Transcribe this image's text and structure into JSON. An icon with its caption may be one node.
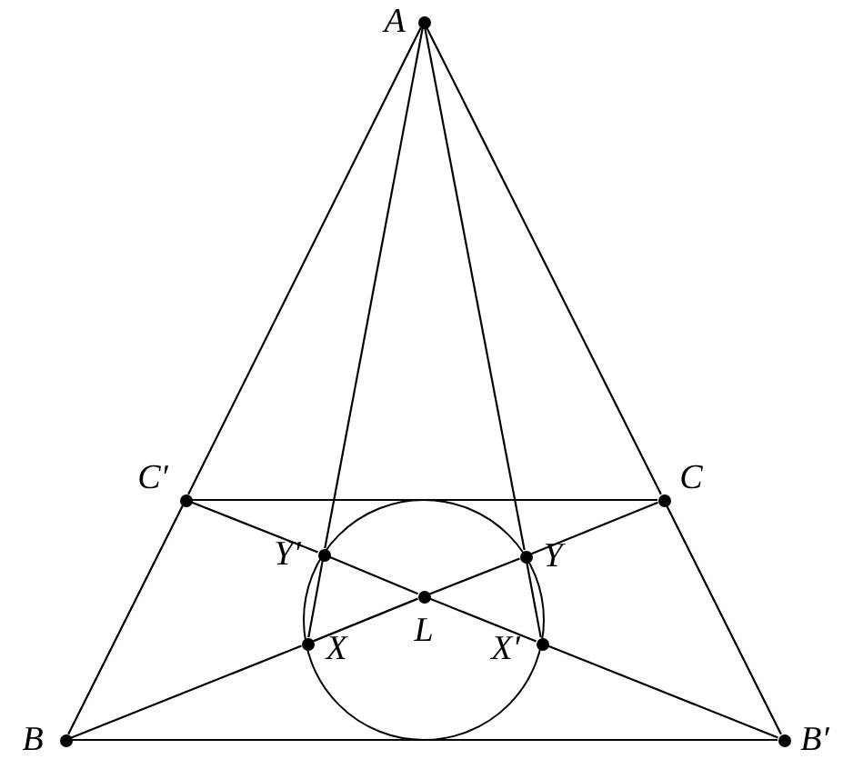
{
  "diagram": {
    "nodes": [
      {
        "text": [
          "A"
        ]
      },
      {
        "text": [
          "C′"
        ]
      },
      {
        "text": [
          "C"
        ]
      },
      {
        "text": [
          "Y′"
        ]
      },
      {
        "text": [
          "Y"
        ]
      },
      {
        "text": [
          "L"
        ]
      },
      {
        "text": [
          "X"
        ]
      },
      {
        "text": [
          "X′"
        ]
      },
      {
        "text": [
          "B"
        ]
      },
      {
        "text": [
          "B′"
        ]
      }
    ],
    "edges": [
      {
        "from": 0,
        "to": 1,
        "arrow": "none"
      },
      {
        "from": 1,
        "to": 8,
        "arrow": "none"
      },
      {
        "from": 0,
        "to": 2,
        "arrow": "none"
      },
      {
        "from": 2,
        "to": 9,
        "arrow": "none"
      },
      {
        "from": 8,
        "to": 9,
        "arrow": "none"
      },
      {
        "from": 1,
        "to": 2,
        "arrow": "none"
      },
      {
        "from": 8,
        "to": 6,
        "arrow": "none"
      },
      {
        "from": 6,
        "to": 5,
        "arrow": "none"
      },
      {
        "from": 5,
        "to": 4,
        "arrow": "none"
      },
      {
        "from": 4,
        "to": 2,
        "arrow": "none"
      },
      {
        "from": 9,
        "to": 7,
        "arrow": "none"
      },
      {
        "from": 7,
        "to": 5,
        "arrow": "none"
      },
      {
        "from": 5,
        "to": 3,
        "arrow": "none"
      },
      {
        "from": 3,
        "to": 1,
        "arrow": "none"
      },
      {
        "from": 0,
        "to": 3,
        "arrow": "none"
      },
      {
        "from": 3,
        "to": 6,
        "arrow": "none"
      },
      {
        "from": 0,
        "to": 4,
        "arrow": "none"
      },
      {
        "from": 4,
        "to": 7,
        "arrow": "none"
      }
    ]
  }
}
